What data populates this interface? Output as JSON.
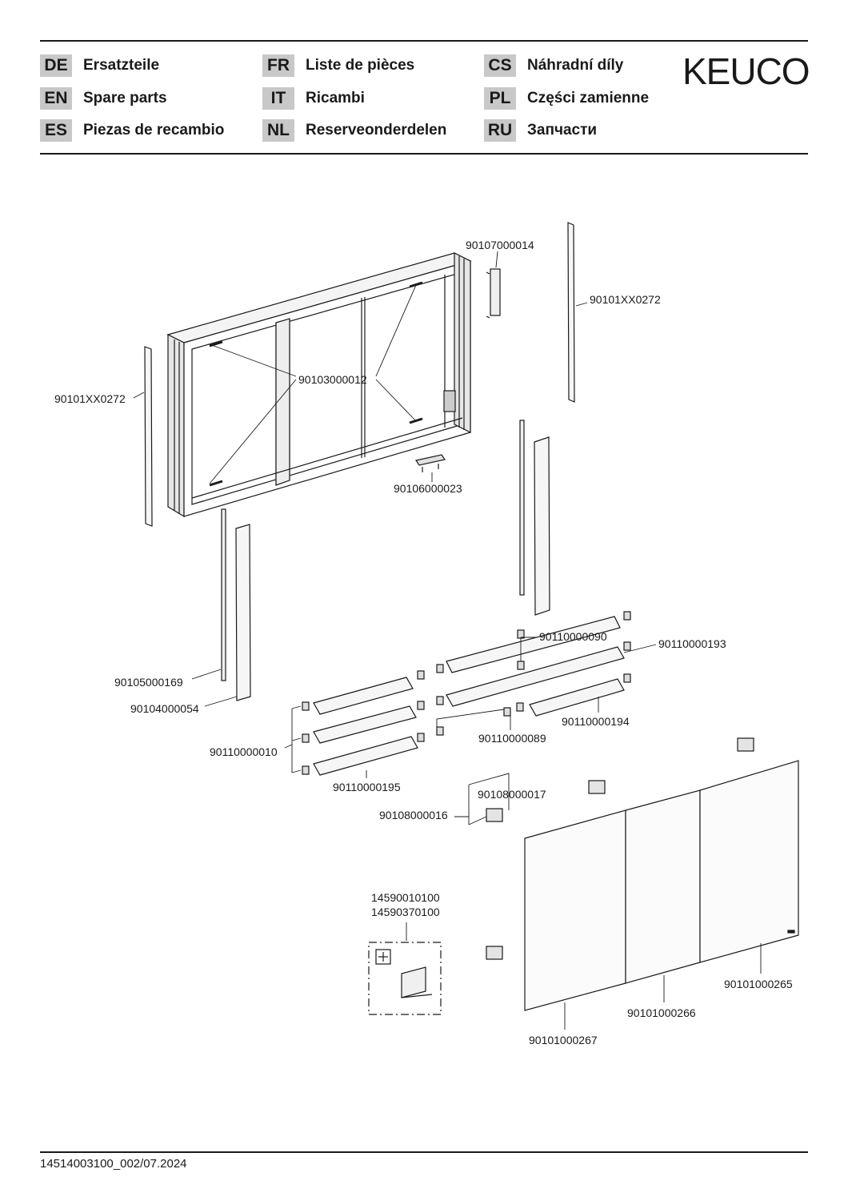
{
  "header": {
    "languages": [
      {
        "code": "DE",
        "label": "Ersatzteile"
      },
      {
        "code": "EN",
        "label": "Spare parts"
      },
      {
        "code": "ES",
        "label": "Piezas de recambio"
      },
      {
        "code": "FR",
        "label": "Liste de pièces"
      },
      {
        "code": "IT",
        "label": "Ricambi"
      },
      {
        "code": "NL",
        "label": "Reserveonderdelen"
      },
      {
        "code": "CS",
        "label": "Náhradní díly"
      },
      {
        "code": "PL",
        "label": "Części zamienne"
      },
      {
        "code": "RU",
        "label": "Запчасти"
      }
    ],
    "logo": "KEUCO"
  },
  "parts": {
    "p_90107000014": "90107000014",
    "p_90101XX0272_right": "90101XX0272",
    "p_90101XX0272_left": "90101XX0272",
    "p_90103000012": "90103000012",
    "p_90106000023": "90106000023",
    "p_90105000169": "90105000169",
    "p_90104000054": "90104000054",
    "p_90110000090": "90110000090",
    "p_90110000193": "90110000193",
    "p_90110000194": "90110000194",
    "p_90110000089": "90110000089",
    "p_90110000010": "90110000010",
    "p_90110000195": "90110000195",
    "p_90108000017": "90108000017",
    "p_90108000016": "90108000016",
    "p_14590010100": "14590010100",
    "p_14590370100": "14590370100",
    "p_90101000265": "90101000265",
    "p_90101000266": "90101000266",
    "p_90101000267": "90101000267"
  },
  "footer": {
    "doc_number": "14514003100_002/07.2024"
  }
}
